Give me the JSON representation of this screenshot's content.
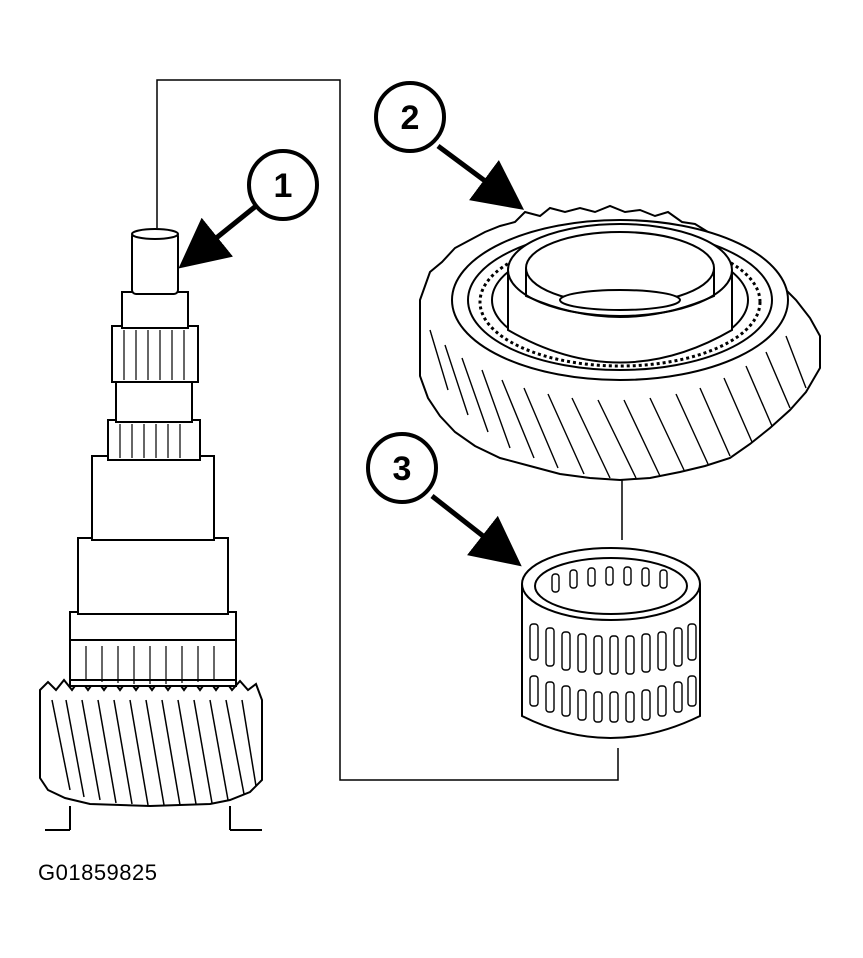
{
  "callouts": [
    {
      "id": "1",
      "label": "1"
    },
    {
      "id": "2",
      "label": "2"
    },
    {
      "id": "3",
      "label": "3"
    }
  ],
  "figure_id": "G01859825",
  "colors": {
    "line": "#000000",
    "background": "#ffffff",
    "shade": "#cfcfcf"
  }
}
